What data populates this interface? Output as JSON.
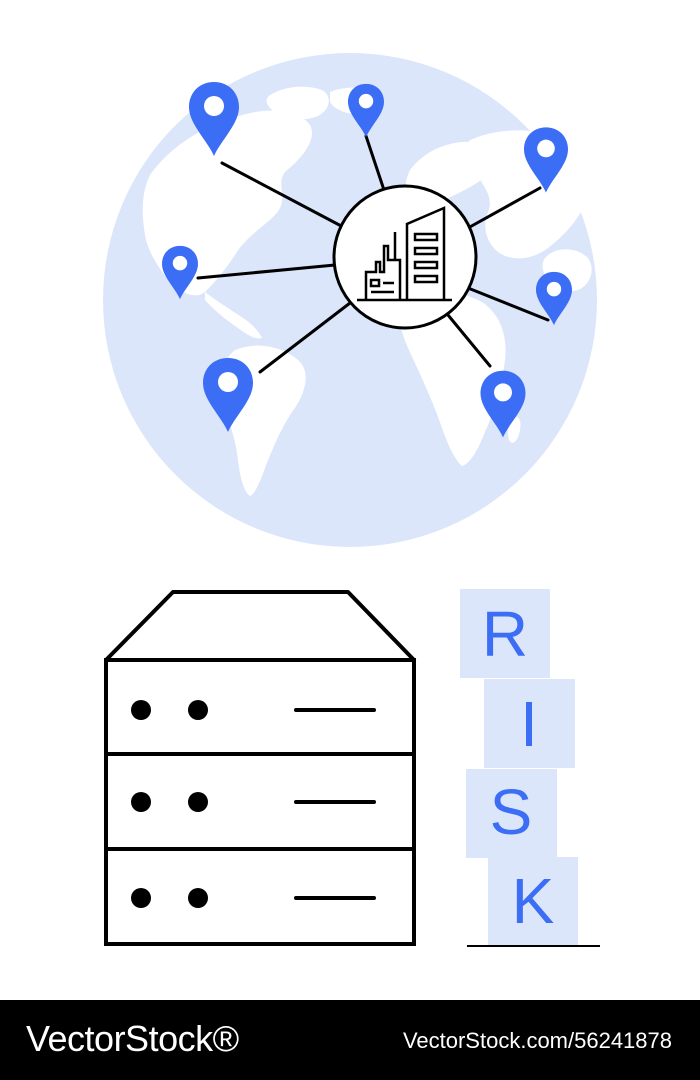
{
  "illustration": {
    "colors": {
      "globe_fill": "#dce6fa",
      "land_fill": "#ffffff",
      "pin_fill": "#3b6df5",
      "line_stroke": "#000000",
      "risk_box_fill": "#dce6fa",
      "risk_text": "#3b6df5"
    },
    "icons": [
      "globe-icon",
      "location-pin-icon",
      "building-icon",
      "server-rack-icon"
    ],
    "risk_letters": [
      "R",
      "I",
      "S",
      "K"
    ]
  },
  "footer": {
    "brand": "VectorStock®",
    "reference": "VectorStock.com/56241878"
  }
}
